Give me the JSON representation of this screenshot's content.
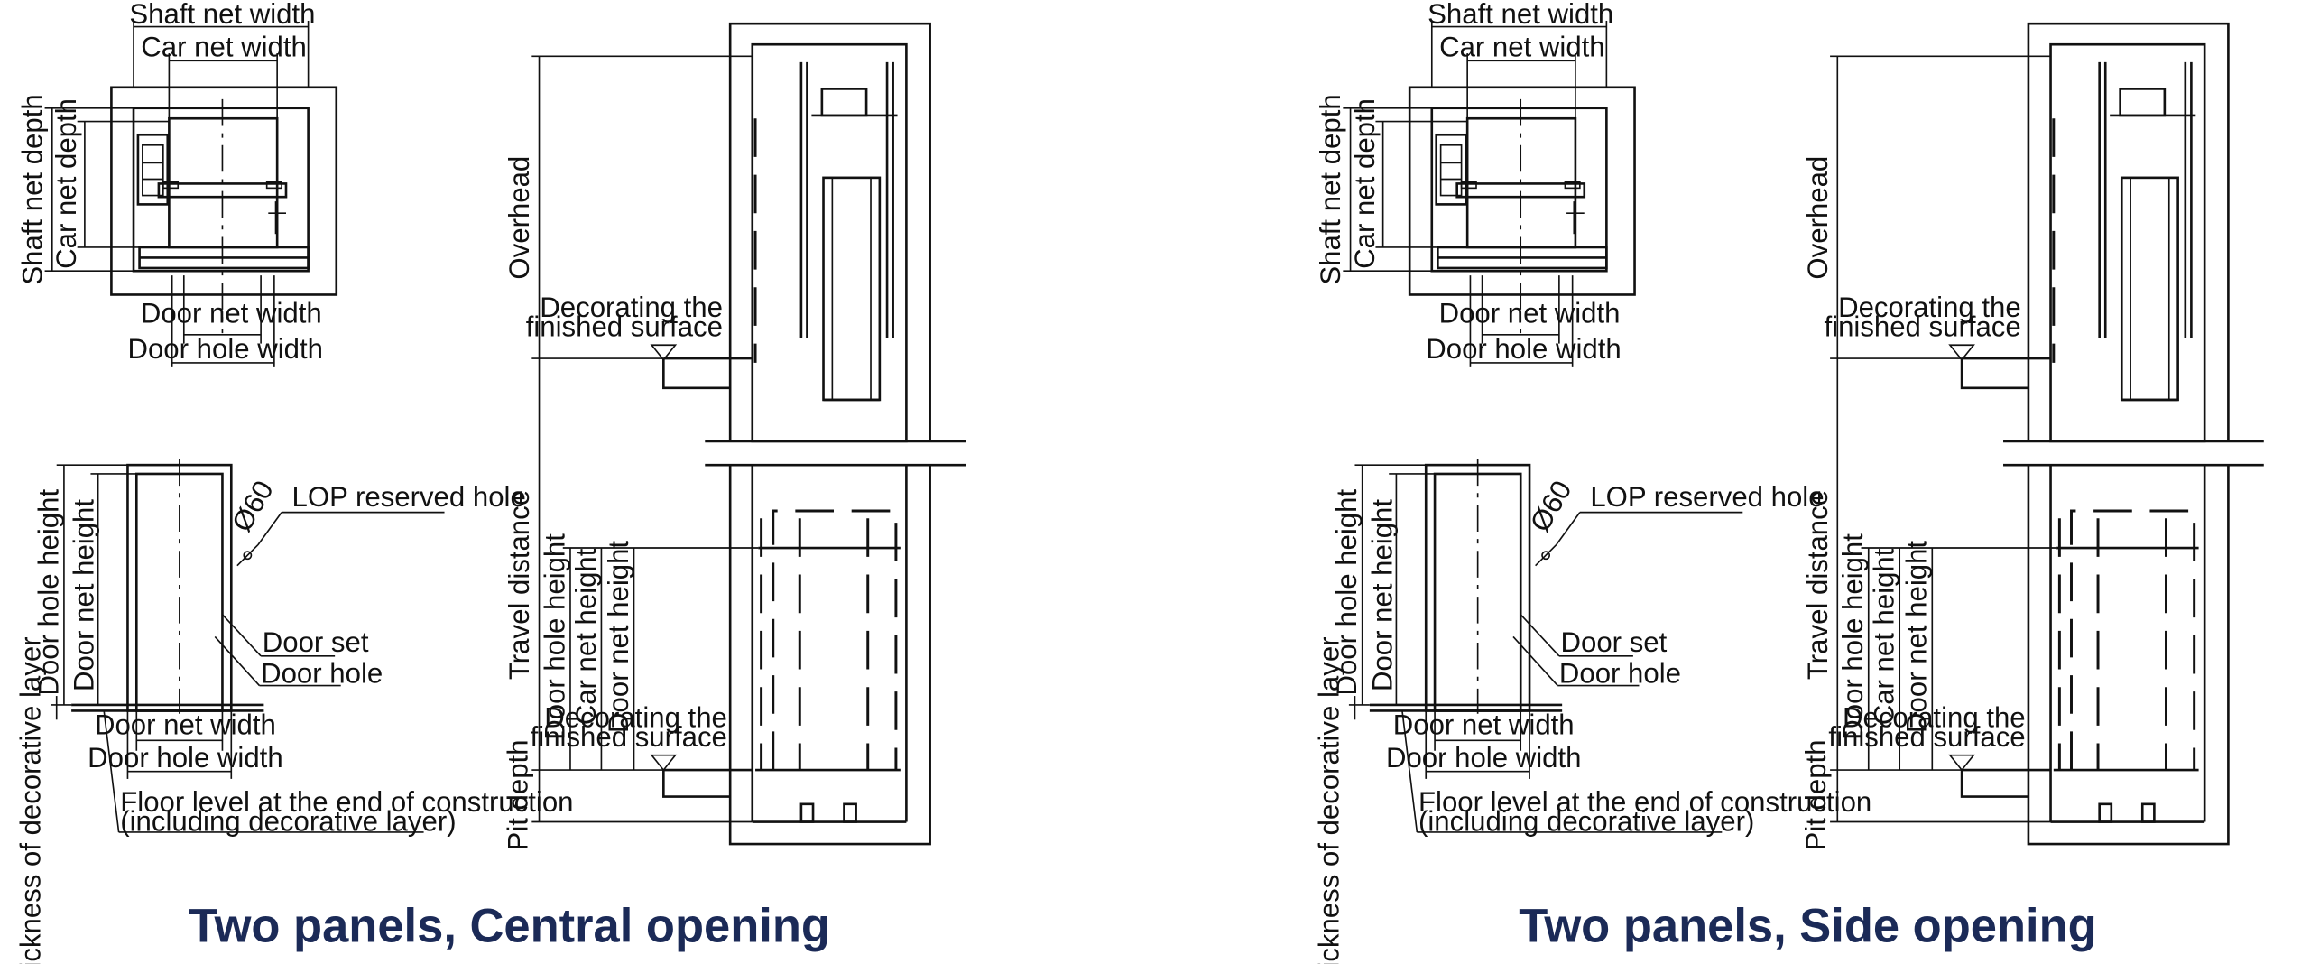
{
  "panels": [
    {
      "title": "Two panels, Central opening",
      "plan": {
        "shaft_net_width": "Shaft net width",
        "car_net_width": "Car net width",
        "shaft_net_depth": "Shaft net depth",
        "car_net_depth": "Car net depth",
        "door_net_width": "Door net width",
        "door_hole_width": "Door hole width"
      },
      "door": {
        "door_hole_height": "Door hole height",
        "door_net_height": "Door net height",
        "diameter": "Ø60",
        "lop_reserved_hole": "LOP reserved hole",
        "door_set": "Door set",
        "door_hole": "Door hole",
        "door_net_width": "Door net width",
        "door_hole_width": "Door hole width",
        "floor_level_line1": "Floor level at the end of construction",
        "floor_level_line2": "(including decorative layer)",
        "thickness_decorative": "Thickness of decorative layer"
      },
      "section": {
        "overhead": "Overhead",
        "decorating_line1": "Decorating the",
        "decorating_line2": "finished surface",
        "travel_distance": "Travel distance",
        "door_hole_height": "Door hole height",
        "car_net_height": "Car net height",
        "door_net_height": "Door net height",
        "pit_depth": "Pit depth"
      }
    },
    {
      "title": "Two panels, Side opening",
      "plan": {
        "shaft_net_width": "Shaft net width",
        "car_net_width": "Car net width",
        "shaft_net_depth": "Shaft net depth",
        "car_net_depth": "Car net depth",
        "door_net_width": "Door net width",
        "door_hole_width": "Door hole width"
      },
      "door": {
        "door_hole_height": "Door hole height",
        "door_net_height": "Door net height",
        "diameter": "Ø60",
        "lop_reserved_hole": "LOP reserved hole",
        "door_set": "Door set",
        "door_hole": "Door hole",
        "door_net_width": "Door net width",
        "door_hole_width": "Door hole width",
        "floor_level_line1": "Floor level at the end of construction",
        "floor_level_line2": "(including decorative layer)",
        "thickness_decorative": "Thickness of decorative layer"
      },
      "section": {
        "overhead": "Overhead",
        "decorating_line1": "Decorating the",
        "decorating_line2": "finished surface",
        "travel_distance": "Travel distance",
        "door_hole_height": "Door hole height",
        "car_net_height": "Car net height",
        "door_net_height": "Door net height",
        "pit_depth": "Pit depth"
      }
    }
  ]
}
